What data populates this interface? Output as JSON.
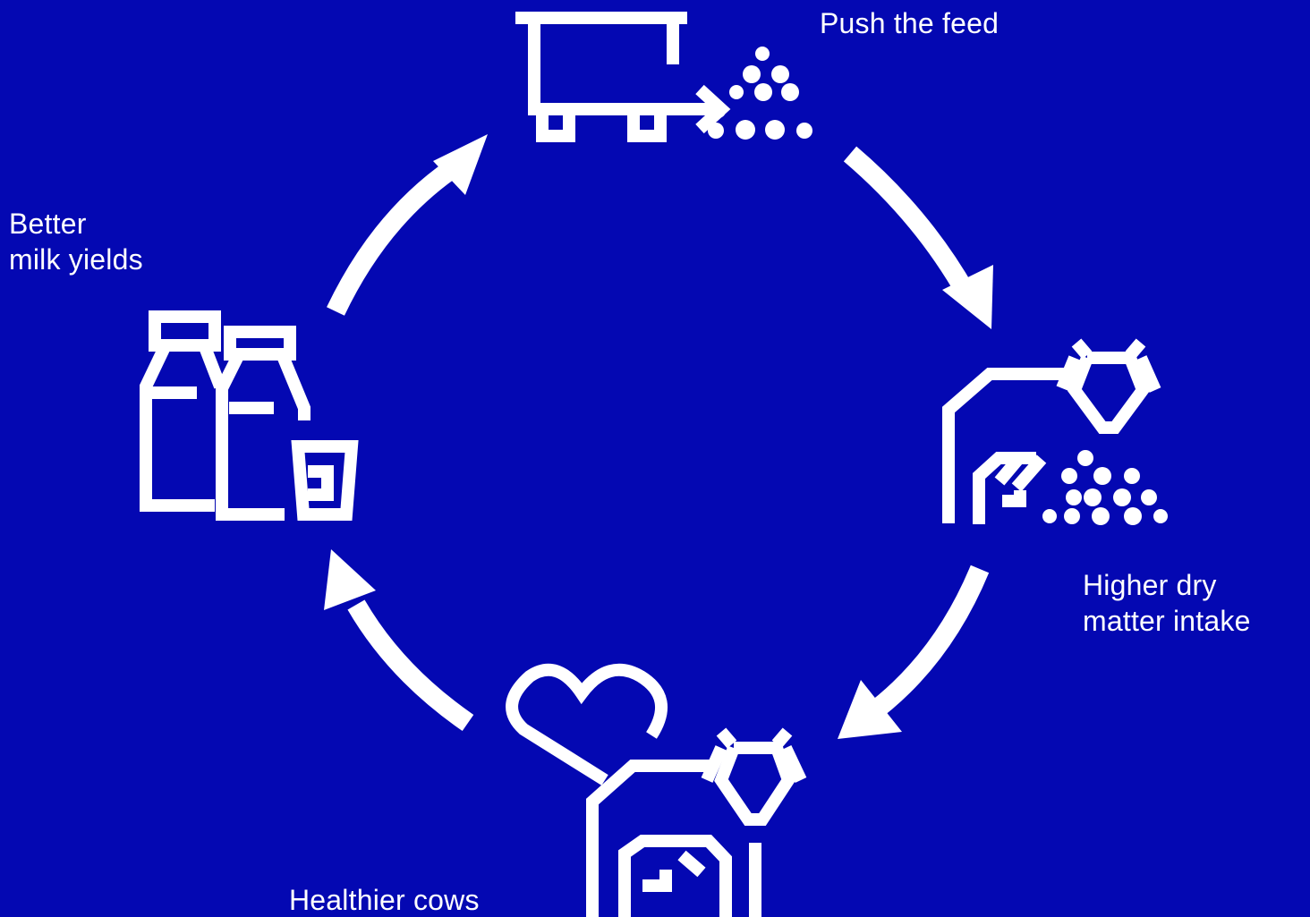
{
  "colors": {
    "background": "#0408B2",
    "foreground": "#FFFFFF"
  },
  "cycle": {
    "steps": [
      {
        "id": "push",
        "label_lines": [
          "Push the feed"
        ],
        "icon": "feed-wagon-icon"
      },
      {
        "id": "dry",
        "label_lines": [
          "Higher dry",
          "matter intake"
        ],
        "icon": "cow-eating-icon"
      },
      {
        "id": "healthy",
        "label_lines": [
          "Healthier cows"
        ],
        "icon": "healthy-cow-icon"
      },
      {
        "id": "milk",
        "label_lines": [
          "Better",
          "milk yields"
        ],
        "icon": "milk-bottles-icon"
      }
    ],
    "arrows": [
      "arrow-push-to-dry",
      "arrow-dry-to-healthy",
      "arrow-healthy-to-milk",
      "arrow-milk-to-push"
    ]
  }
}
